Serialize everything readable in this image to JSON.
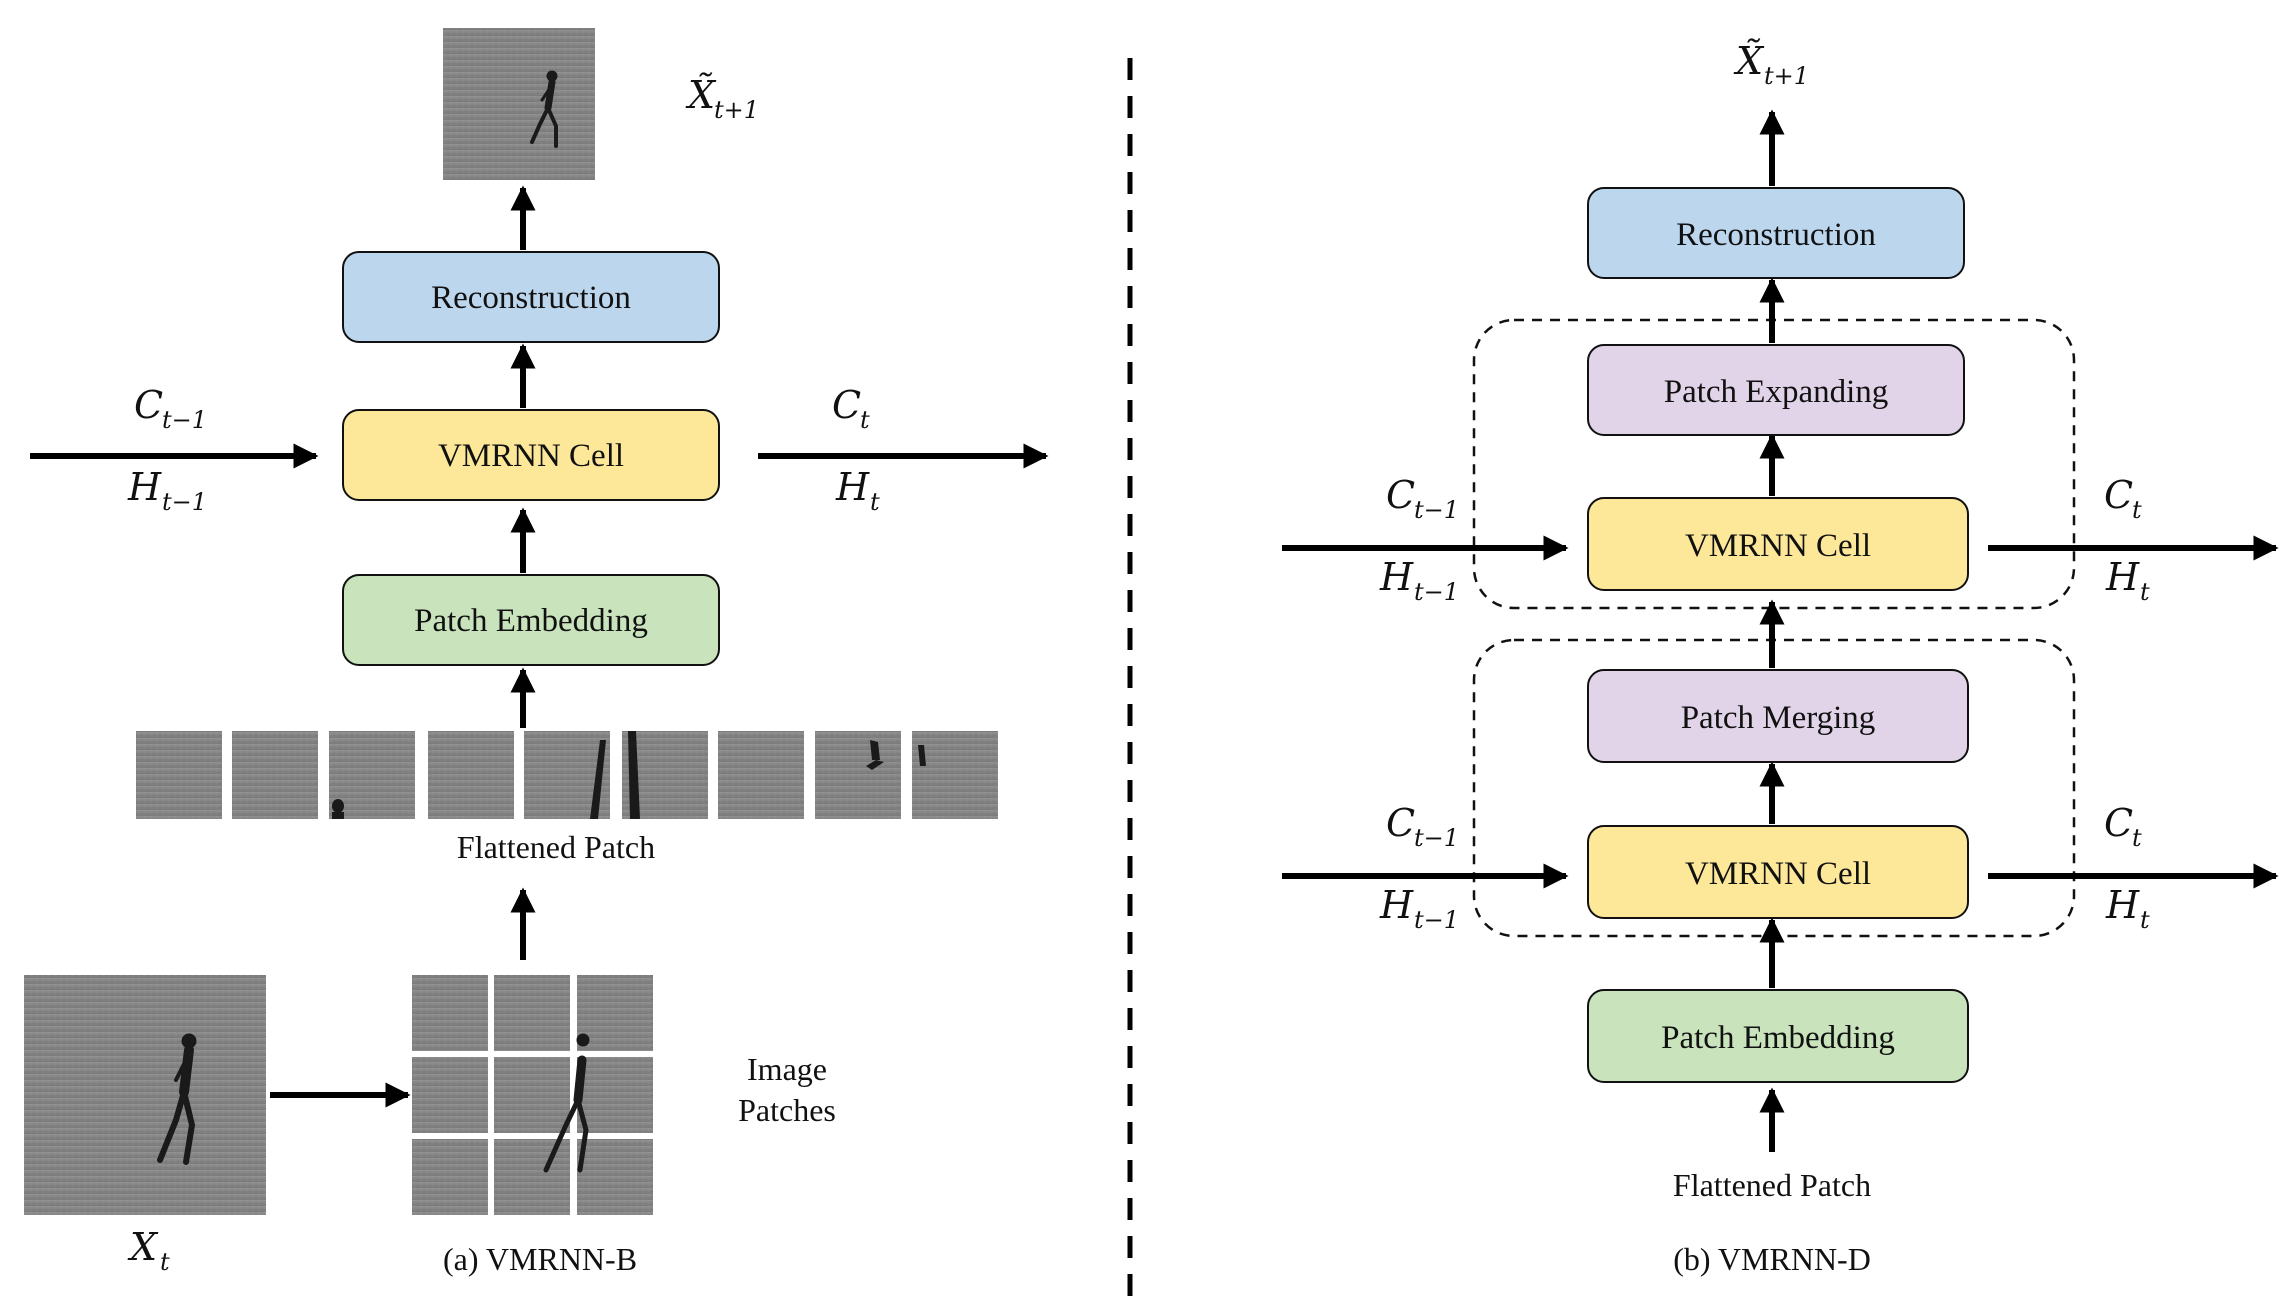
{
  "panel_a": {
    "caption": "(a) VMRNN-B",
    "blocks": {
      "reconstruction": "Reconstruction",
      "cell": "VMRNN Cell",
      "embedding": "Patch Embedding"
    },
    "flattened_label": "Flattened Patch",
    "image_patches_label_1": "Image",
    "image_patches_label_2": "Patches",
    "input_var": "X",
    "input_sub": "t",
    "output_var": "X̃",
    "output_sub": "t+1",
    "c_prev": "C",
    "c_prev_sub": "t−1",
    "h_prev": "H",
    "h_prev_sub": "t−1",
    "c_next": "C",
    "c_next_sub": "t",
    "h_next": "H",
    "h_next_sub": "t"
  },
  "panel_b": {
    "caption": "(b) VMRNN-D",
    "blocks": {
      "reconstruction": "Reconstruction",
      "expanding": "Patch Expanding",
      "cell_top": "VMRNN Cell",
      "merging": "Patch Merging",
      "cell_bottom": "VMRNN Cell",
      "embedding": "Patch Embedding"
    },
    "flattened_label": "Flattened Patch",
    "output_var": "X̃",
    "output_sub": "t+1",
    "c_prev": "C",
    "c_prev_sub": "t−1",
    "h_prev": "H",
    "h_prev_sub": "t−1",
    "c_next": "C",
    "c_next_sub": "t",
    "h_next": "H",
    "h_next_sub": "t"
  },
  "colors": {
    "reconstruction": "#bcd6ee",
    "cell": "#fde89a",
    "embedding": "#c9e4bc",
    "patch_op": "#e2d4e8",
    "frame": "#8a8a8a"
  }
}
